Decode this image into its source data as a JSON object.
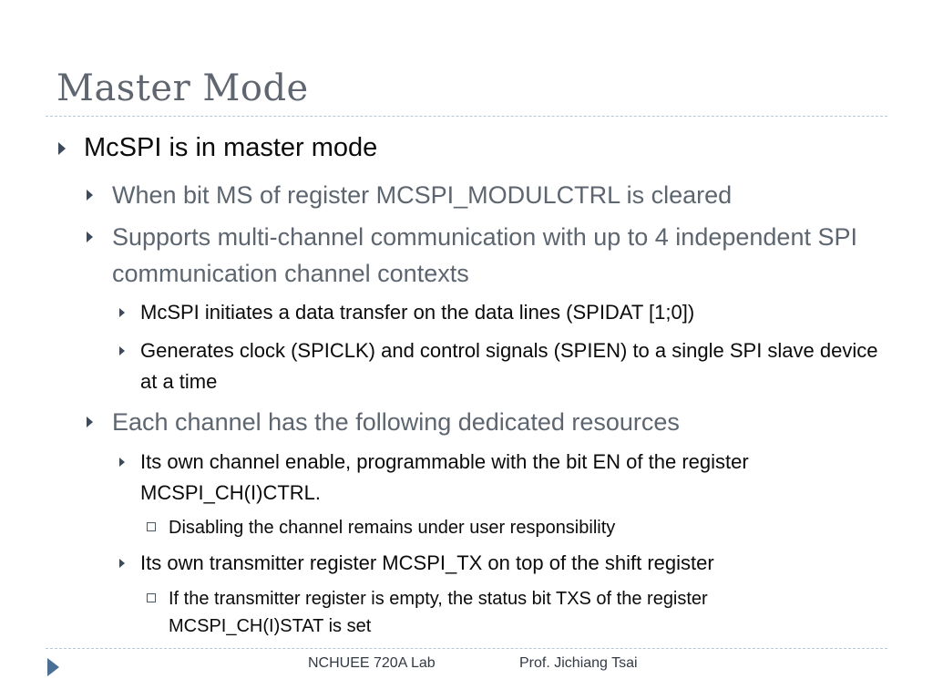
{
  "slide": {
    "title": "Master Mode",
    "bullets": {
      "b1": "McSPI is in master mode",
      "b1_1": "When bit MS of register MCSPI_MODULCTRL is cleared",
      "b1_2": "Supports multi-channel communication with up to 4 independent SPI communication channel contexts",
      "b1_2_1": "McSPI initiates a data transfer on the data lines (SPIDAT [1;0])",
      "b1_2_2": "Generates clock (SPICLK) and control signals (SPIEN) to a single SPI slave device at a time",
      "b1_3": "Each channel has the following dedicated resources",
      "b1_3_1": "Its own channel enable, programmable with the bit EN of the register MCSPI_CH(I)CTRL.",
      "b1_3_1_1": "Disabling the channel remains under user responsibility",
      "b1_3_2": "Its own transmitter register MCSPI_TX on top of the shift register",
      "b1_3_2_1": "If the transmitter register is empty, the status bit TXS of the register MCSPI_CH(I)STAT is set"
    }
  },
  "footer": {
    "lab": "NCHUEE 720A Lab",
    "author": "Prof. Jichiang Tsai"
  },
  "colors": {
    "title": "#5f6670",
    "bullet_arrow": "#3d4a5c",
    "rule": "#b9c7d2",
    "footer_arrow": "#4a6f95"
  }
}
